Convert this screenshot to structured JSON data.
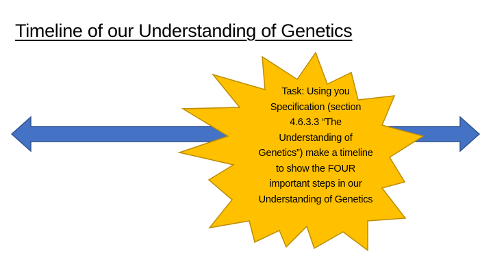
{
  "slide": {
    "title": "Timeline of our Understanding of Genetics",
    "task_lines": [
      "Task: Using you",
      "Specification (section",
      "4.6.3.3 “The",
      "Understanding of",
      "Genetics”) make a timeline",
      "to show the FOUR",
      "important steps in our",
      "Understanding of Genetics"
    ]
  },
  "colors": {
    "arrow_fill": "#4472C4",
    "arrow_stroke": "#2F528F",
    "starburst_fill": "#FFC000",
    "starburst_stroke": "#BC8C00",
    "title_text": "#000000"
  },
  "icons": {
    "timeline": "double-headed-arrow",
    "callout": "starburst"
  }
}
